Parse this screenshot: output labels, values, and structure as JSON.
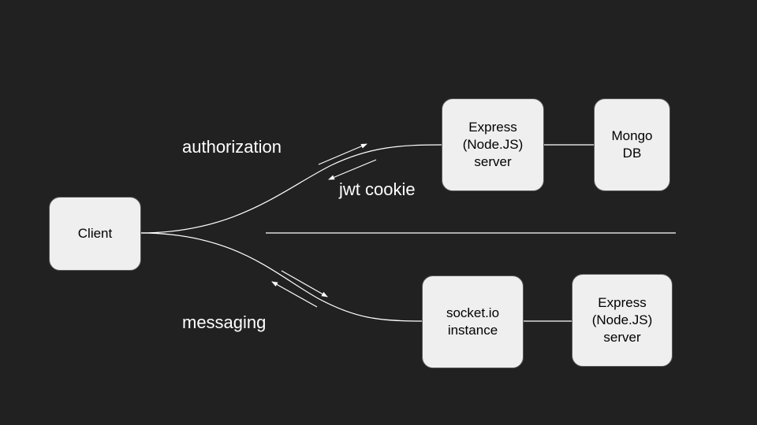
{
  "diagram": {
    "nodes": {
      "client": {
        "lines": [
          "Client"
        ]
      },
      "express_top": {
        "lines": [
          "Express",
          "(Node.JS)",
          "server"
        ]
      },
      "mongo": {
        "lines": [
          "Mongo",
          "DB"
        ]
      },
      "socket": {
        "lines": [
          "socket.io",
          "instance"
        ]
      },
      "express_bottom": {
        "lines": [
          "Express",
          "(Node.JS)",
          "server"
        ]
      }
    },
    "labels": {
      "authorization": "authorization",
      "jwt_cookie": "jwt cookie",
      "messaging": "messaging"
    }
  },
  "colors": {
    "background": "#212121",
    "node_fill": "#efefef",
    "line": "#ffffff"
  }
}
